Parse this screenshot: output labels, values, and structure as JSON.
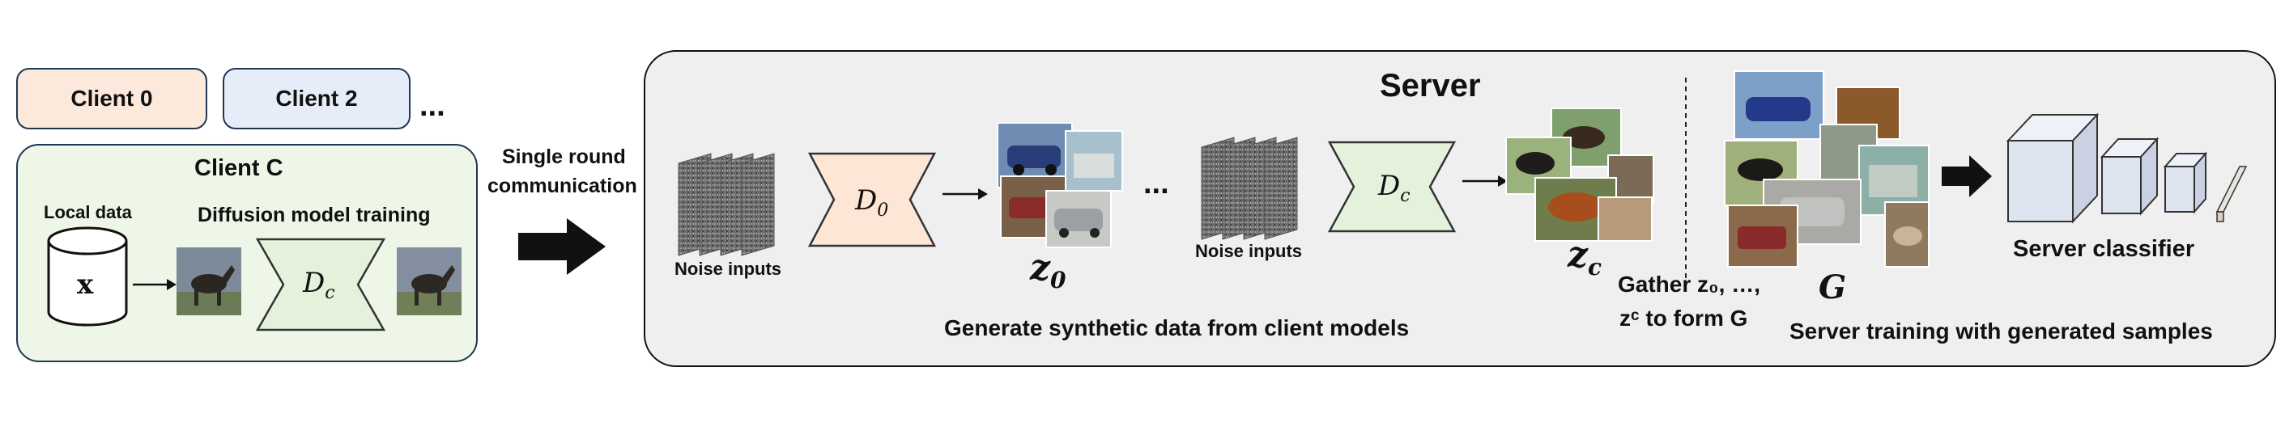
{
  "clients": {
    "client0": "Client 0",
    "client2": "Client 2",
    "more": "...",
    "clientC": "Client C",
    "local_data": "Local data",
    "x_symbol": "x",
    "diffusion_training": "Diffusion model training",
    "model_label": "D",
    "model_sub": "c"
  },
  "transfer": {
    "line1": "Single round",
    "line2": "communication"
  },
  "server": {
    "title": "Server",
    "noise_inputs": "Noise inputs",
    "model0_label": "D",
    "model0_sub": "0",
    "modelc_label": "D",
    "modelc_sub": "c",
    "ellipsis": "...",
    "z0_label": "z",
    "z0_sub": "0",
    "zc_label": "z",
    "zc_sub": "c",
    "generate_caption": "Generate synthetic data from client models",
    "gather_line1": "Gather z₀, …,",
    "gather_line2": "zᶜ to form G",
    "G_label": "G",
    "server_classifier": "Server classifier",
    "train_caption": "Server training with generated samples"
  },
  "colors": {
    "client0_fill": "#fde9dc",
    "client2_fill": "#e6edf8",
    "clientC_fill": "#eef6e8",
    "server_fill": "#efefef",
    "model0_fill": "#fde6d6",
    "modelc_fill": "#e4f2dc",
    "classifier_fill": "#dde3ef"
  }
}
